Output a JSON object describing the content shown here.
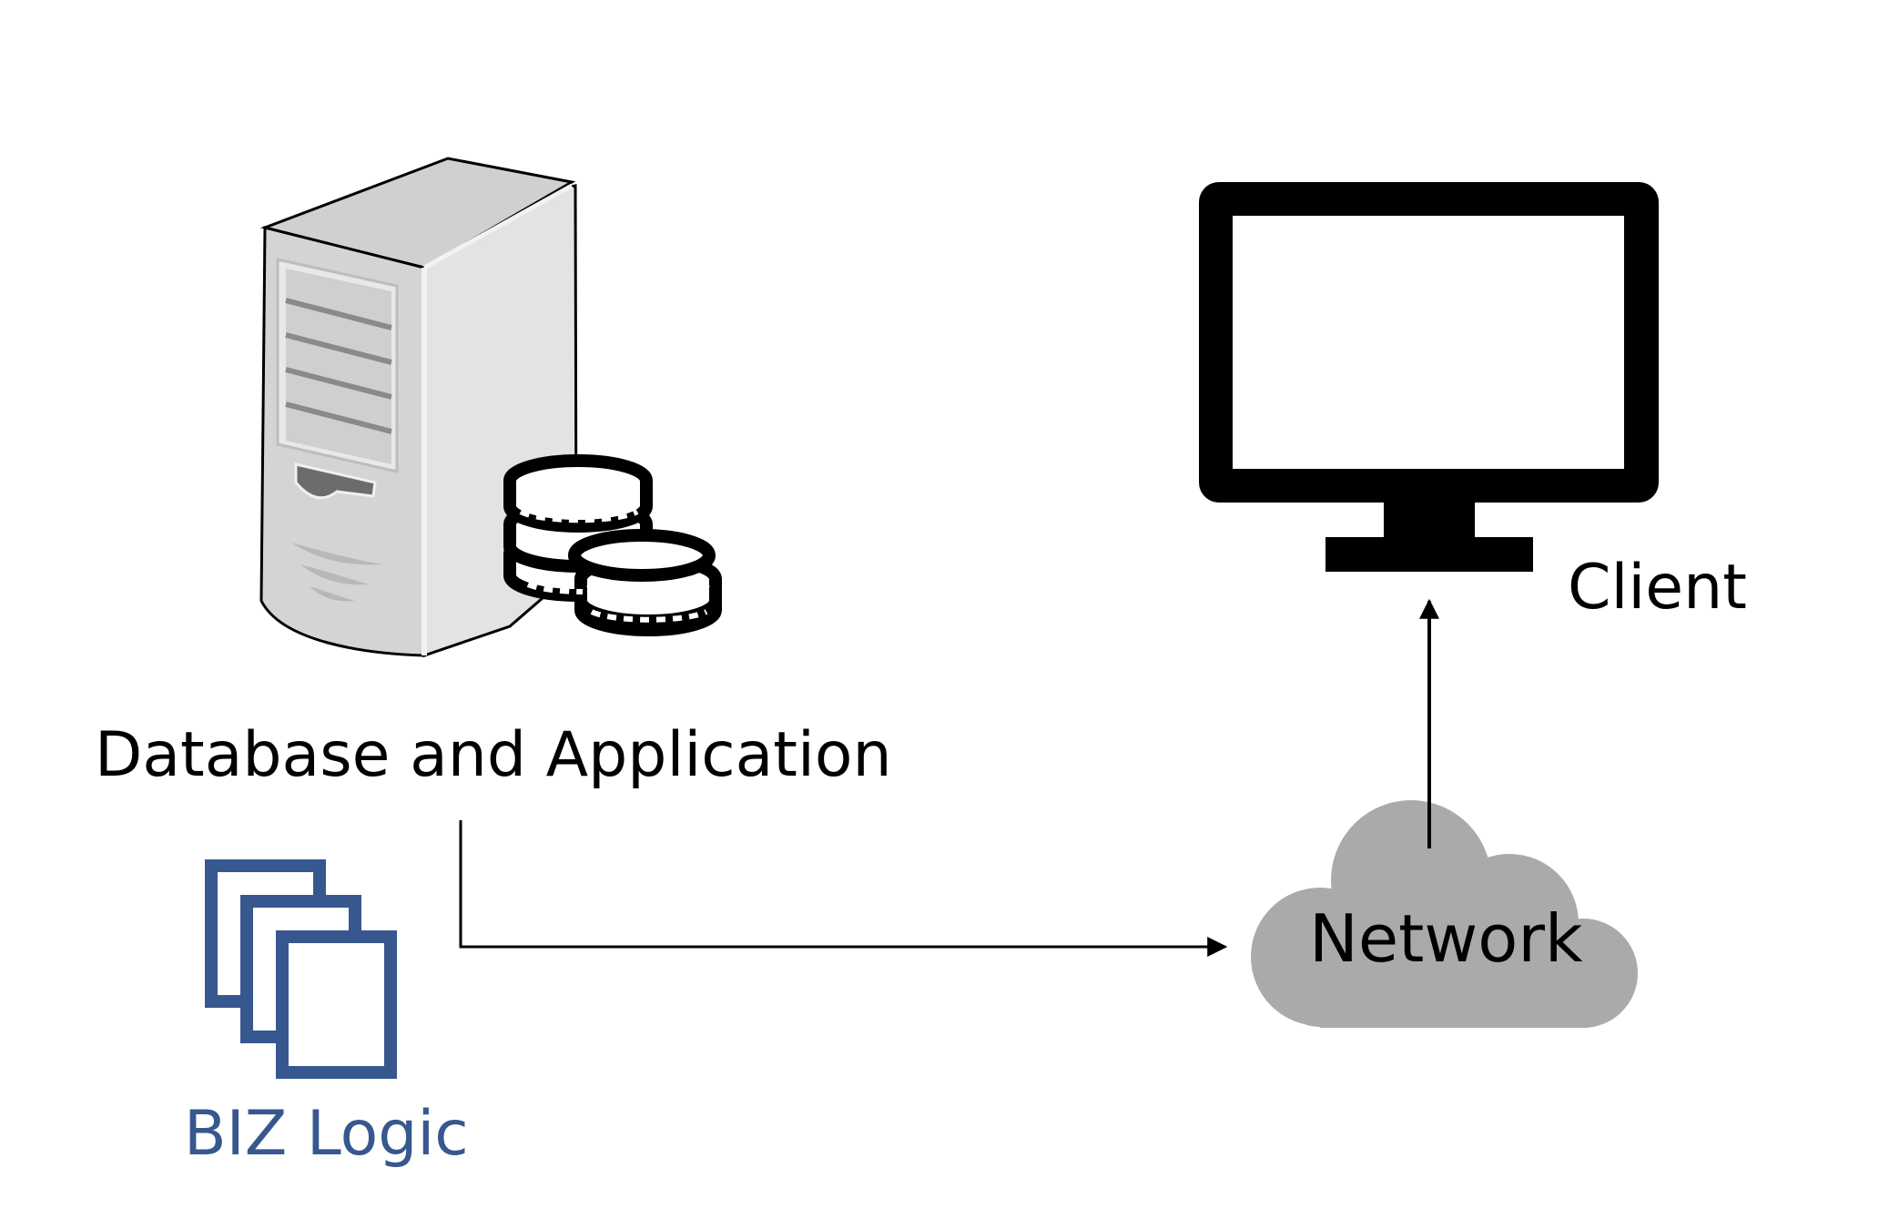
{
  "labels": {
    "db_app": "Database and Application",
    "biz_logic": "BIZ Logic",
    "client": "Client",
    "network": "Network"
  },
  "icons": {
    "server": "server-tower-icon",
    "coins": "coin-stack-icon",
    "documents": "stacked-documents-icon",
    "monitor": "monitor-icon",
    "cloud": "cloud-icon"
  },
  "colors": {
    "biz_blue": "#37578f",
    "cloud_gray": "#aaaaaa",
    "ink": "#000000"
  }
}
